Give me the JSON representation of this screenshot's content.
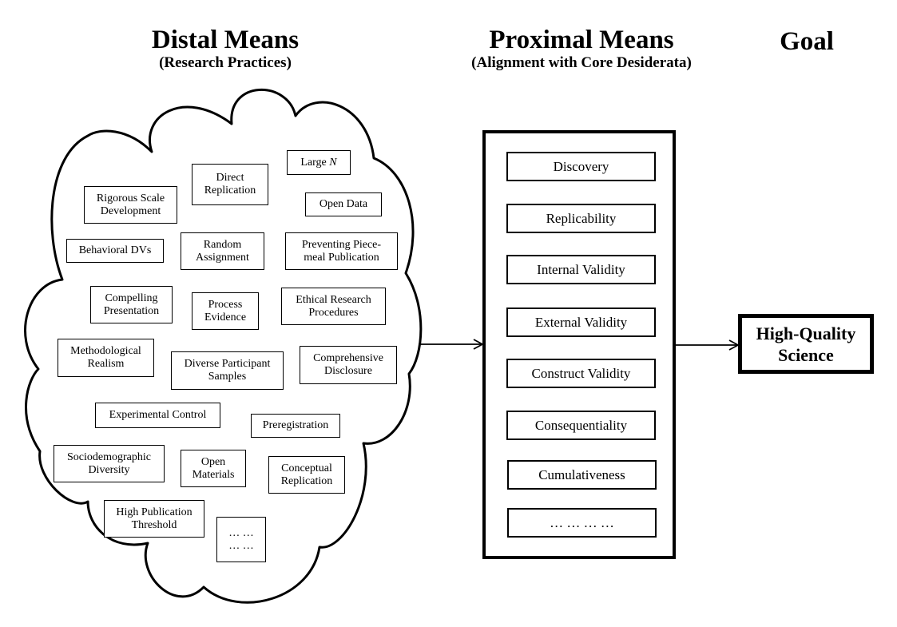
{
  "headings": {
    "distal": {
      "title": "Distal Means",
      "subtitle": "(Research Practices)"
    },
    "proximal": {
      "title": "Proximal Means",
      "subtitle": "(Alignment with Core Desiderata)"
    },
    "goal": {
      "title": "Goal"
    }
  },
  "distal_practices": {
    "large_n": {
      "text": "Large",
      "italic": "N"
    },
    "direct_replication": [
      "Direct",
      "Replication"
    ],
    "rigorous_scale": [
      "Rigorous Scale",
      "Development"
    ],
    "open_data": [
      "Open Data"
    ],
    "behavioral_dvs": [
      "Behavioral DVs"
    ],
    "random_assignment": [
      "Random",
      "Assignment"
    ],
    "piecemeal": [
      "Preventing Piece-",
      "meal Publication"
    ],
    "compelling": [
      "Compelling",
      "Presentation"
    ],
    "process_evidence": [
      "Process",
      "Evidence"
    ],
    "ethical": [
      "Ethical Research",
      "Procedures"
    ],
    "methodological_realism": [
      "Methodological",
      "Realism"
    ],
    "diverse_samples": [
      "Diverse Participant",
      "Samples"
    ],
    "comprehensive": [
      "Comprehensive",
      "Disclosure"
    ],
    "experimental_control": [
      "Experimental Control"
    ],
    "preregistration": [
      "Preregistration"
    ],
    "sociodemographic": [
      "Sociodemographic",
      "Diversity"
    ],
    "open_materials": [
      "Open",
      "Materials"
    ],
    "conceptual_replication": [
      "Conceptual",
      "Replication"
    ],
    "high_publication": [
      "High Publication",
      "Threshold"
    ],
    "more": [
      "… …",
      "… …"
    ]
  },
  "proximal_desiderata": [
    "Discovery",
    "Replicability",
    "Internal Validity",
    "External Validity",
    "Construct Validity",
    "Consequentiality",
    "Cumulativeness",
    "… … … …"
  ],
  "goal": {
    "lines": [
      "High-Quality",
      "Science"
    ]
  }
}
